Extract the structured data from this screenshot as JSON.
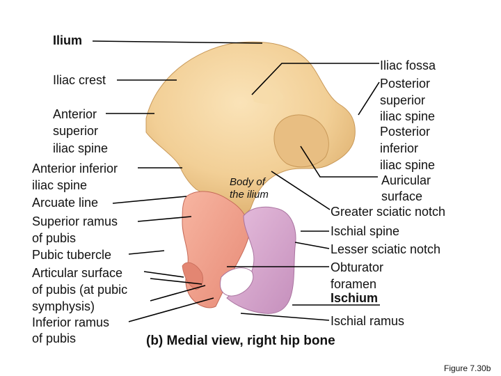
{
  "labels": {
    "ilium": "Ilium",
    "iliac_crest": "Iliac crest",
    "asis_1": "Anterior",
    "asis_2": "superior",
    "asis_3": "iliac spine",
    "aiis_1": "Anterior inferior",
    "aiis_2": "iliac spine",
    "arcuate_line": "Arcuate line",
    "superior_ramus_1": "Superior ramus",
    "superior_ramus_2": "of pubis",
    "pubic_tubercle": "Pubic tubercle",
    "articular_1": "Articular surface",
    "articular_2": "of pubis (at pubic",
    "articular_3": "symphysis)",
    "inferior_ramus_1": "Inferior ramus",
    "inferior_ramus_2": "of pubis",
    "body_ilium_1": "Body of",
    "body_ilium_2": "the ilium",
    "iliac_fossa": "Iliac fossa",
    "psis_1": "Posterior",
    "psis_2": "superior",
    "psis_3": "iliac spine",
    "piis_1": "Posterior",
    "piis_2": "inferior",
    "piis_3": "iliac spine",
    "auricular_1": "Auricular",
    "auricular_2": "surface",
    "greater_sciatic": "Greater sciatic notch",
    "ischial_spine": "Ischial spine",
    "lesser_sciatic": "Lesser sciatic notch",
    "obturator_1": "Obturator",
    "obturator_2": "foramen",
    "ischium": "Ischium",
    "ischial_ramus": "Ischial ramus"
  },
  "caption": "(b) Medial view, right hip bone",
  "figure_number": "Figure 7.30b",
  "colors": {
    "ilium_bone": "#f2cf96",
    "ilium_shadow": "#d9a866",
    "pubis": "#f3a28c",
    "ischium": "#d9a7cf",
    "leader": "#000000"
  }
}
